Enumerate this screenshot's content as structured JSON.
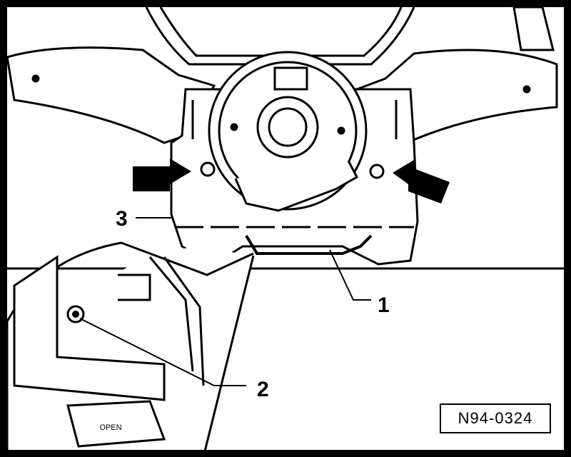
{
  "figure": {
    "reference_code": "N94-0324",
    "switch_marking": "OPEN"
  },
  "callouts": [
    {
      "number": "1"
    },
    {
      "number": "2"
    },
    {
      "number": "3"
    }
  ]
}
